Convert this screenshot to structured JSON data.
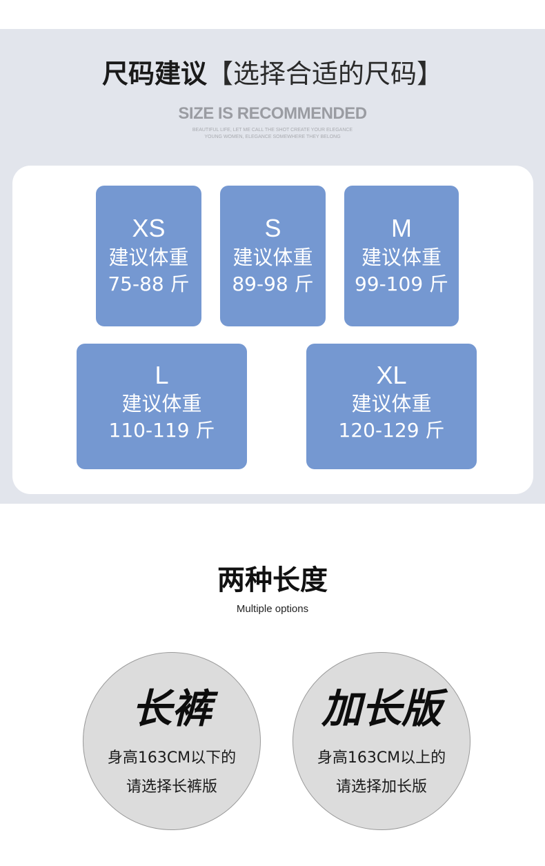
{
  "header": {
    "title_main": "尺码建议",
    "title_bracket": "【选择合适的尺码】",
    "subtitle": "SIZE IS RECOMMENDED",
    "tiny_line_1": "BEAUTIFUL LIFE, LET ME CALL THE SHOT CREATE YOUR ELEGANCE",
    "tiny_line_2": "YOUNG WOMEN, ELEGANCE SOMEWHERE THEY BELONG"
  },
  "sizes": [
    {
      "size": "XS",
      "label": "建议体重",
      "weight": "75-88 斤"
    },
    {
      "size": "S",
      "label": "建议体重",
      "weight": "89-98 斤"
    },
    {
      "size": "M",
      "label": "建议体重",
      "weight": "99-109 斤"
    },
    {
      "size": "L",
      "label": "建议体重",
      "weight": "110-119 斤"
    },
    {
      "size": "XL",
      "label": "建议体重",
      "weight": "120-129 斤"
    }
  ],
  "lengths": {
    "title": "两种长度",
    "subtitle": "Multiple options",
    "options": [
      {
        "name": "长裤",
        "line1": "身高163CM以下的",
        "line2": "请选择长裤版"
      },
      {
        "name": "加长版",
        "line1": "身高163CM以上的",
        "line2": "请选择加长版"
      }
    ]
  },
  "colors": {
    "top_background": "#e2e5ec",
    "size_box": "#7598d1",
    "circle": "#dcdcdc"
  }
}
